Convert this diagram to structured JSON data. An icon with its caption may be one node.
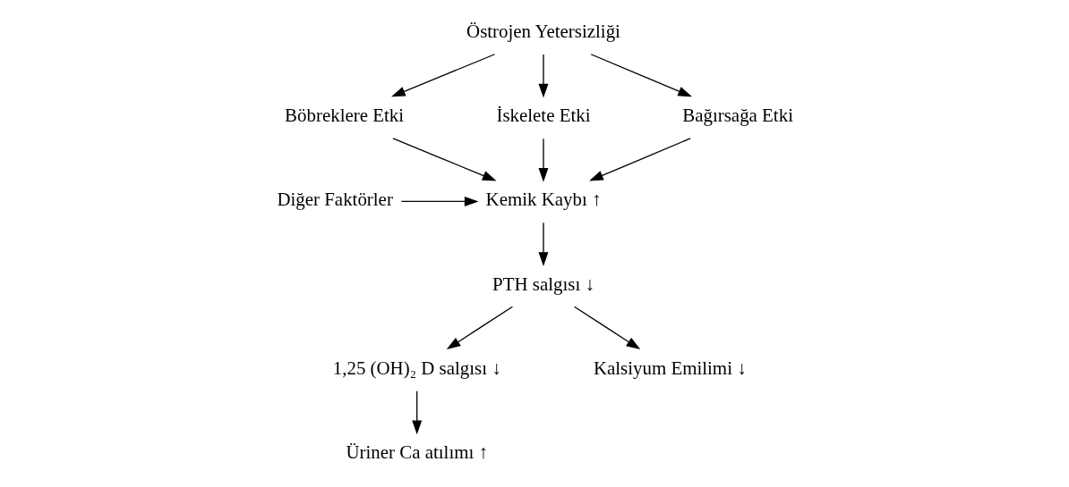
{
  "diagram": {
    "nodes": [
      {
        "text": [
          "Östrojen Yetersizliği"
        ]
      },
      {
        "text": [
          "Böbreklere Etki"
        ]
      },
      {
        "text": [
          "İskelete Etki"
        ]
      },
      {
        "text": [
          "Bağırsağa Etki"
        ]
      },
      {
        "text": [
          "Kemik Kaybı"
        ],
        "beside": [
          "↑"
        ]
      },
      {
        "text": [
          "Diğer Faktörler"
        ]
      },
      {
        "text": [
          "PTH salgısı"
        ],
        "beside": [
          "↓"
        ]
      },
      {
        "text": [
          "1,25 (OH)₂ D salgısı"
        ],
        "beside": [
          "↓"
        ]
      },
      {
        "text": [
          "Kalsiyum Emilimi"
        ],
        "beside": [
          "↓"
        ]
      },
      {
        "text": [
          "Üriner Ca atılımı"
        ],
        "beside": [
          "↑"
        ]
      }
    ],
    "edges": [
      {
        "from": 0,
        "to": 1,
        "arrow": "to"
      },
      {
        "from": 0,
        "to": 2,
        "arrow": "to"
      },
      {
        "from": 0,
        "to": 3,
        "arrow": "to"
      },
      {
        "from": 1,
        "to": 4,
        "arrow": "to"
      },
      {
        "from": 2,
        "to": 4,
        "arrow": "to"
      },
      {
        "from": 3,
        "to": 4,
        "arrow": "to"
      },
      {
        "from": 5,
        "to": 4,
        "arrow": "to"
      },
      {
        "from": 4,
        "to": 6,
        "arrow": "to"
      },
      {
        "from": 6,
        "to": 7,
        "arrow": "to"
      },
      {
        "from": 6,
        "to": 8,
        "arrow": "to"
      },
      {
        "from": 7,
        "to": 9,
        "arrow": "to"
      }
    ]
  }
}
